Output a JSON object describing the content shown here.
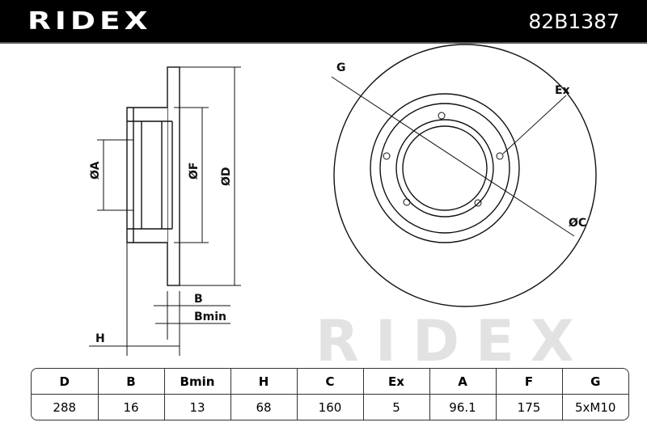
{
  "header": {
    "brand": "RIDEX",
    "part_number": "82B1387"
  },
  "watermark": "RIDEX",
  "labels": {
    "A": "ØA",
    "F": "ØF",
    "D": "ØD",
    "B": "B",
    "Bmin": "Bmin",
    "H": "H",
    "G": "G",
    "Ex": "Ex",
    "C": "ØC"
  },
  "table": {
    "headers": [
      "D",
      "B",
      "Bmin",
      "H",
      "C",
      "Ex",
      "A",
      "F",
      "G"
    ],
    "values": [
      "288",
      "16",
      "13",
      "68",
      "160",
      "5",
      "96.1",
      "175",
      "5xM10"
    ]
  }
}
